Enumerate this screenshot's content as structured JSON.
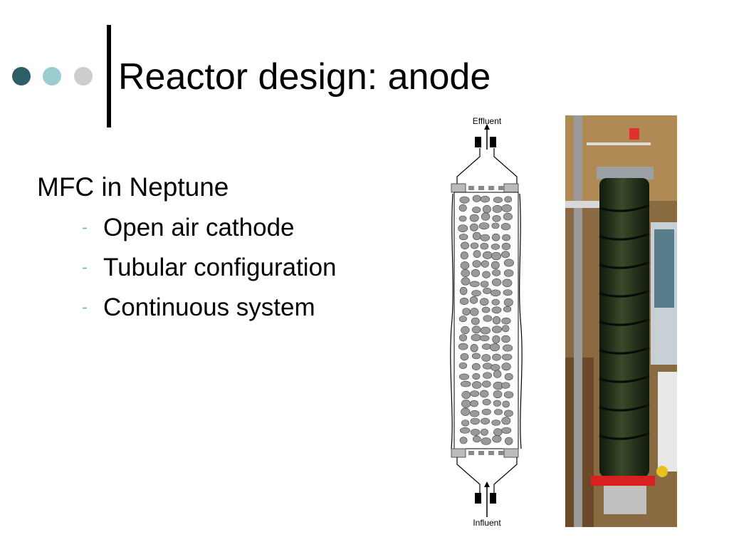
{
  "slide": {
    "title": "Reactor design: anode",
    "heading": "MFC in Neptune",
    "bullet_marker": "-",
    "bullets": [
      {
        "text": "Open air cathode"
      },
      {
        "text": "Tubular configuration"
      },
      {
        "text": "Continuous system"
      }
    ]
  },
  "diagram": {
    "top_label": "Effluent",
    "bottom_label": "Influent"
  },
  "colors": {
    "dot_dark": "#2f5f66",
    "dot_light": "#9ccccf",
    "dot_grey": "#cdcdcd",
    "bullet_dash": "#79b6bb"
  }
}
